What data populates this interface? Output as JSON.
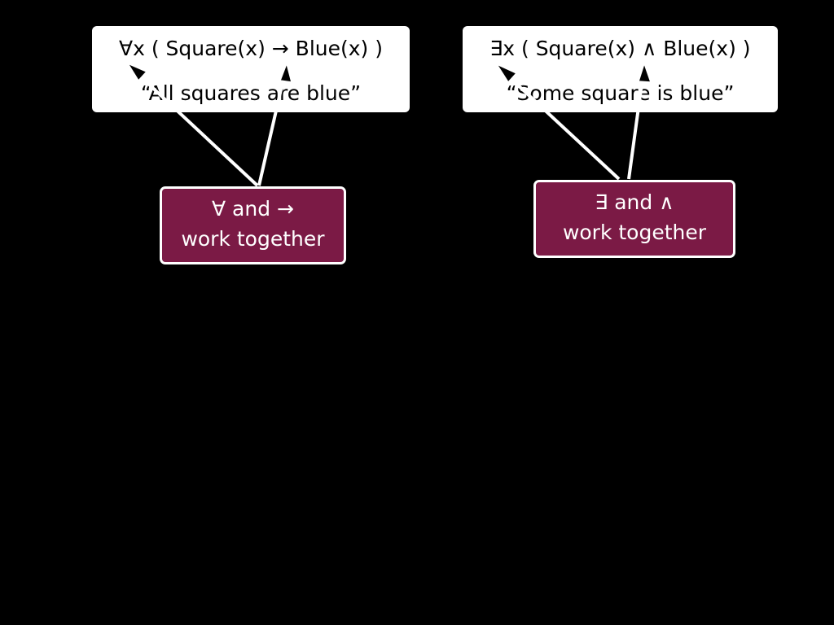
{
  "left": {
    "formula": "∀x ( Square(x) → Blue(x) )",
    "quote": "“All squares are blue”",
    "note_line1": "∀ and →",
    "note_line2": "work together"
  },
  "right": {
    "formula": "∃x ( Square(x) ∧ Blue(x) )",
    "quote": "“Some square is blue”",
    "note_line1": "∃ and ∧",
    "note_line2": "work together"
  },
  "colors": {
    "background": "#000000",
    "formula_box": "#ffffff",
    "note_box": "#7b1a45",
    "arrow": "#ffffff",
    "arrow_head": "#000000"
  }
}
